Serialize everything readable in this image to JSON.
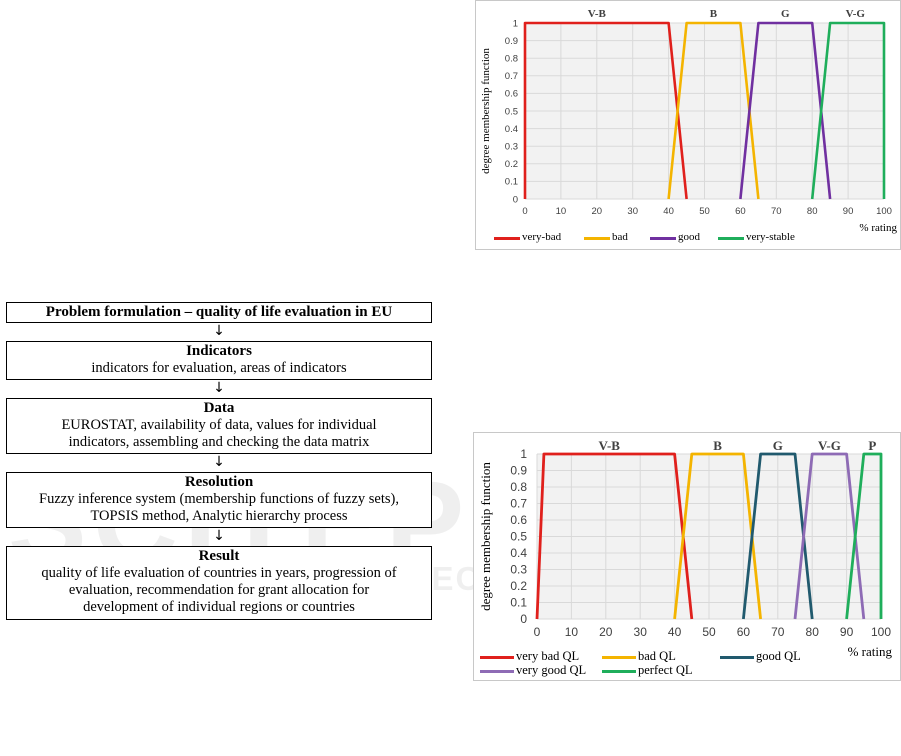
{
  "flowchart": {
    "steps": [
      {
        "title": "Problem formulation – quality of life evaluation in EU",
        "lines": []
      },
      {
        "title": "Indicators",
        "lines": [
          "indicators for evaluation, areas of indicators"
        ]
      },
      {
        "title": "Data",
        "lines": [
          "EUROSTAT, availability of data, values for individual",
          "indicators, assembling and checking the data matrix"
        ]
      },
      {
        "title": "Resolution",
        "lines": [
          "Fuzzy inference system (membership functions of fuzzy sets),",
          "TOPSIS method, Analytic hierarchy process"
        ]
      },
      {
        "title": "Result",
        "lines": [
          "quality of life evaluation of countries in years, progression of",
          "evaluation, recommendation for grant allocation for",
          "development of individual regions or countries"
        ]
      }
    ],
    "arrow": "↓"
  },
  "watermark": {
    "main": "SCITEPRESS",
    "sub": "SCIENCE AND TECHNOLOGY PUBLICATIONS"
  },
  "chart_data": [
    {
      "type": "line",
      "ylabel": "degree membership function",
      "xlabel": "% rating",
      "xlim": [
        0,
        100
      ],
      "ylim": [
        0,
        1
      ],
      "xticks": [
        0,
        10,
        20,
        30,
        40,
        50,
        60,
        70,
        80,
        90,
        100
      ],
      "yticks": [
        0,
        0.1,
        0.2,
        0.3,
        0.4,
        0.5,
        0.6,
        0.7,
        0.8,
        0.9,
        1
      ],
      "grid": true,
      "legend_position": "bottom",
      "top_labels": [
        {
          "text": "V-B",
          "x": 20
        },
        {
          "text": "B",
          "x": 52.5
        },
        {
          "text": "G",
          "x": 72.5
        },
        {
          "text": "V-G",
          "x": 92
        }
      ],
      "series": [
        {
          "name": "very-bad",
          "color": "#e0201c",
          "x": [
            0,
            0,
            40,
            45
          ],
          "y": [
            0,
            1,
            1,
            0
          ]
        },
        {
          "name": "bad",
          "color": "#f4b400",
          "x": [
            40,
            45,
            60,
            65
          ],
          "y": [
            0,
            1,
            1,
            0
          ]
        },
        {
          "name": "good",
          "color": "#7030a0",
          "x": [
            60,
            65,
            80,
            85
          ],
          "y": [
            0,
            1,
            1,
            0
          ]
        },
        {
          "name": "very-stable",
          "color": "#1fae5b",
          "x": [
            80,
            85,
            100,
            100
          ],
          "y": [
            0,
            1,
            1,
            0
          ]
        }
      ]
    },
    {
      "type": "line",
      "ylabel": "degree membership function",
      "xlabel": "% rating",
      "xlim": [
        0,
        100
      ],
      "ylim": [
        0,
        1
      ],
      "xticks": [
        0,
        10,
        20,
        30,
        40,
        50,
        60,
        70,
        80,
        90,
        100
      ],
      "yticks": [
        0,
        0.1,
        0.2,
        0.3,
        0.4,
        0.5,
        0.6,
        0.7,
        0.8,
        0.9,
        1
      ],
      "grid": true,
      "legend_position": "bottom",
      "top_labels": [
        {
          "text": "V-B",
          "x": 21
        },
        {
          "text": "B",
          "x": 52.5
        },
        {
          "text": "G",
          "x": 70
        },
        {
          "text": "V-G",
          "x": 85
        },
        {
          "text": "P",
          "x": 97.5
        }
      ],
      "series": [
        {
          "name": "very bad QL",
          "color": "#e0201c",
          "x": [
            0,
            2,
            40,
            45
          ],
          "y": [
            0,
            1,
            1,
            0
          ]
        },
        {
          "name": "bad QL",
          "color": "#f4b400",
          "x": [
            40,
            45,
            60,
            65
          ],
          "y": [
            0,
            1,
            1,
            0
          ]
        },
        {
          "name": "good QL",
          "color": "#215a6e",
          "x": [
            60,
            65,
            75,
            80
          ],
          "y": [
            0,
            1,
            1,
            0
          ]
        },
        {
          "name": "very good QL",
          "color": "#8e6bb5",
          "x": [
            75,
            80,
            90,
            95
          ],
          "y": [
            0,
            1,
            1,
            0
          ]
        },
        {
          "name": "perfect QL",
          "color": "#1fae5b",
          "x": [
            90,
            95,
            100,
            100
          ],
          "y": [
            0,
            1,
            1,
            0
          ]
        }
      ]
    }
  ]
}
